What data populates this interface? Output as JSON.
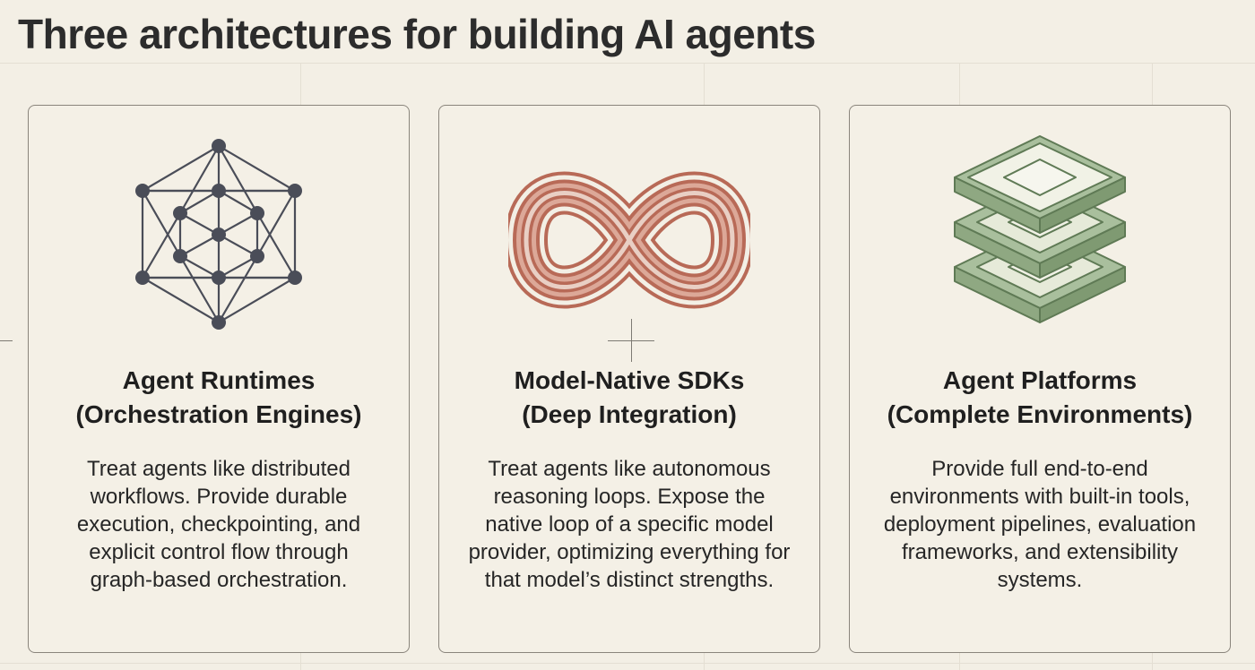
{
  "title": "Three architectures for building AI agents",
  "cards": [
    {
      "icon": "network-graph-icon",
      "heading_line1": "Agent Runtimes",
      "heading_line2": "(Orchestration Engines)",
      "description": "Treat agents like distributed workflows. Provide durable execution, checkpointing, and explicit control flow through graph-based orchestration."
    },
    {
      "icon": "infinity-loop-icon",
      "heading_line1": "Model-Native SDKs",
      "heading_line2": "(Deep Integration)",
      "description": "Treat agents like autonomous reasoning loops. Expose the native loop of a specific model provider, optimizing everything for that model’s distinct strengths."
    },
    {
      "icon": "stacked-layers-icon",
      "heading_line1": "Agent Platforms",
      "heading_line2": "(Complete Environments)",
      "description": "Provide full end-to-end environments with built-in tools, deployment pipelines, evaluation frameworks, and extensibility systems."
    }
  ],
  "colors": {
    "background": "#f3efe5",
    "runtime_icon": "#4a4d58",
    "sdk_icon": "#b86a57",
    "platform_icon": "#7f9a72"
  }
}
